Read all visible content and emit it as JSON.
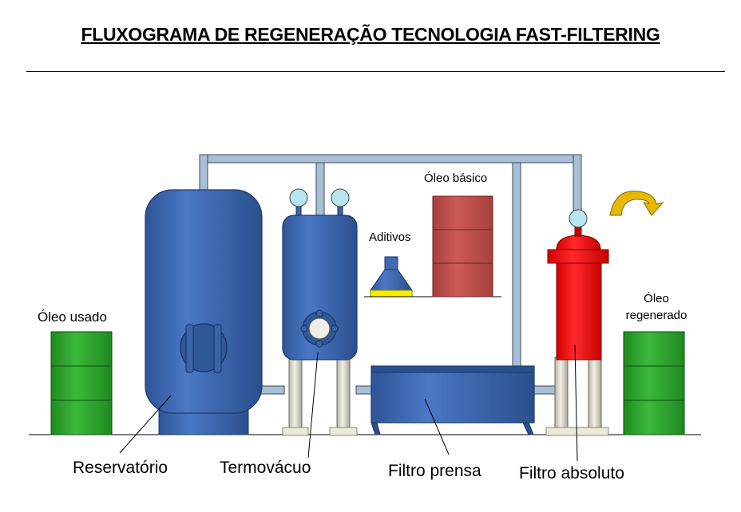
{
  "title": "FLUXOGRAMA DE REGENERAÇÃO TECNOLOGIA FAST-FILTERING",
  "labels": {
    "oleo_usado": "Óleo usado",
    "oleo_basico": "Óleo básico",
    "aditivos": "Aditivos",
    "oleo_regenerado_1": "Óleo",
    "oleo_regenerado_2": "regenerado",
    "reservatorio": "Reservatório",
    "termovacuo": "Termovácuo",
    "filtro_prensa": "Filtro prensa",
    "filtro_absoluto": "Filtro absoluto"
  },
  "colors": {
    "blue_vessel": "#3f6ab4",
    "blue_vessel_dark": "#22467f",
    "green_drum": "#2ca02c",
    "red_drum": "#c0504d",
    "red_filter": "#ee1111",
    "pipe": "#a9bfd6",
    "pipe_outline": "#3a4a5c",
    "gauge": "#b8e6ee",
    "yellow_arrow": "#e6b800"
  },
  "icons": {
    "rotation": "curved-arrow-icon",
    "gauge": "pressure-gauge-icon"
  }
}
